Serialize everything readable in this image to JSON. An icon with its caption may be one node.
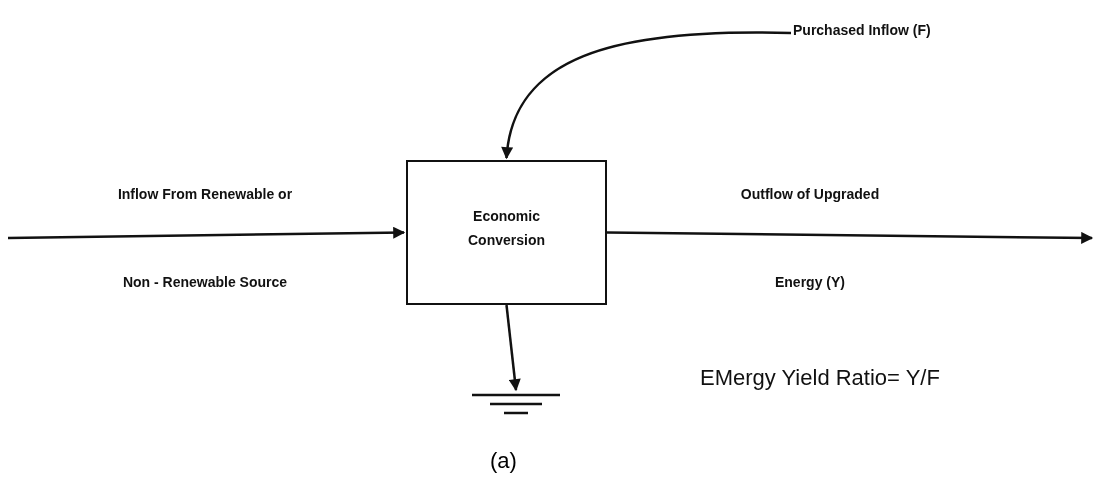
{
  "diagram": {
    "caption": "(a)",
    "nodes": [
      {
        "text": [
          "Purchased Inflow (F)"
        ]
      },
      {
        "text": [
          "Economic Conversion"
        ]
      },
      {
        "text": [],
        "shape": "ground"
      }
    ],
    "edges": [
      {
        "from": 0,
        "to": 1,
        "arrow": "to"
      },
      {
        "from": null,
        "to": 1,
        "arrow": "to",
        "label": "Inflow From Renewable or Non - Renewable Source"
      },
      {
        "from": 1,
        "to": null,
        "arrow": "to",
        "label": "Outflow of Upgraded Energy (Y)"
      },
      {
        "from": 1,
        "to": 2,
        "arrow": "to"
      }
    ],
    "labels": [
      "EMergy Yield Ratio= Y/F"
    ]
  }
}
